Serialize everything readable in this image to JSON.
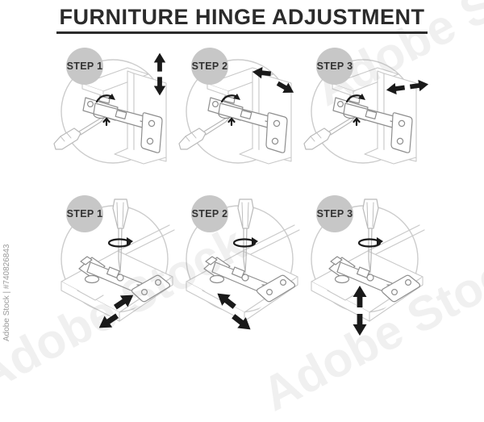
{
  "title": "FURNITURE HINGE ADJUSTMENT",
  "watermark": {
    "side_label": "Adobe Stock | #740826843",
    "diagonal_label": "Adobe Stock"
  },
  "colors": {
    "background": "#ffffff",
    "title_text": "#2b2b2b",
    "badge_fill": "#c7c7c7",
    "badge_text": "#333333",
    "arrow": "#1a1a1a",
    "panel_line": "#c8c8c8",
    "hinge_line": "#8e8e8e",
    "screwdriver_line": "#b9b9b9"
  },
  "steps": [
    {
      "label": "STEP 1",
      "view": "cabinet-side-view",
      "view_ref": "#illus-side",
      "arrow": "up-down-arrows",
      "arrow_ref": "#ar-updown"
    },
    {
      "label": "STEP 2",
      "view": "cabinet-side-view",
      "view_ref": "#illus-side",
      "arrow": "slanted-left-right-arrows",
      "arrow_ref": "#ar-pair-ld"
    },
    {
      "label": "STEP 3",
      "view": "cabinet-side-view",
      "view_ref": "#illus-side",
      "arrow": "left-right-arrows",
      "arrow_ref": "#ar-leftright"
    },
    {
      "label": "STEP 1",
      "view": "cabinet-top-view",
      "view_ref": "#illus-top",
      "arrow": "diagonal-sw-ne-arrows",
      "arrow_ref": "#ar-diag-ne"
    },
    {
      "label": "STEP 2",
      "view": "cabinet-top-view",
      "view_ref": "#illus-top",
      "arrow": "diagonal-nw-se-arrows",
      "arrow_ref": "#ar-pair-se"
    },
    {
      "label": "STEP 3",
      "view": "cabinet-top-view",
      "view_ref": "#illus-top",
      "arrow": "up-down-arrows",
      "arrow_ref": "#ar-updown"
    }
  ]
}
